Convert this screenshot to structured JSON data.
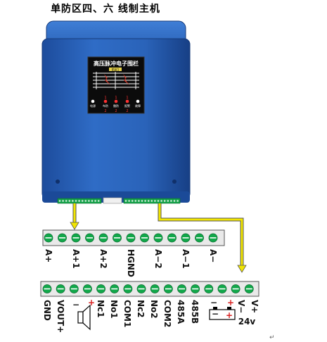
{
  "title": "单防区四、六 线制主机",
  "device": {
    "panel_title": "高压脉冲电子围栏",
    "mini_label": "防区1",
    "indicators": [
      "电源",
      "布防",
      "撤防",
      "报警",
      "故障"
    ],
    "zone_numbers_top": [
      "1",
      "1",
      "1"
    ],
    "zone_numbers_bottom": [
      "2",
      "2",
      "2"
    ]
  },
  "top_terminal": {
    "labels": [
      "A+",
      "A+1",
      "A+2",
      "HGND",
      "A−2",
      "A−1",
      "A−"
    ]
  },
  "bottom_terminal": {
    "labels": [
      "GND",
      "VOUT+",
      "Nc1",
      "No1",
      "COM1",
      "Nc2",
      "No2",
      "COM2",
      "485A",
      "485B",
      "V−",
      "V+"
    ],
    "minus_sign": "−",
    "plus_sign": "+",
    "battery_label": "24v"
  },
  "footnote": "↵",
  "colors": {
    "case_blue": "#2c63b8",
    "terminal_green": "#11a84a",
    "wire_yellow": "#f2e600",
    "accent_red": "#d81e1e"
  }
}
